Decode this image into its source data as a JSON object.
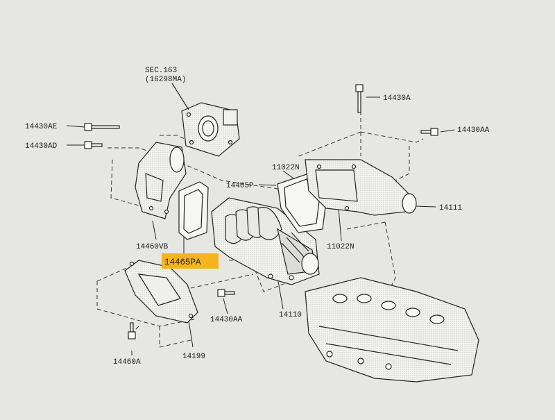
{
  "diagram": {
    "header": {
      "section": "SEC.163",
      "section_ref": "(16298MA)"
    },
    "parts": [
      {
        "id": "14430AE"
      },
      {
        "id": "14430AD"
      },
      {
        "id": "14430A"
      },
      {
        "id": "14430AA"
      },
      {
        "id": "11022N"
      },
      {
        "id": "14465P"
      },
      {
        "id": "14111"
      },
      {
        "id": "14460VB"
      },
      {
        "id": "14465PA",
        "highlighted": true
      },
      {
        "id": "11022N"
      },
      {
        "id": "14430AA"
      },
      {
        "id": "14110"
      },
      {
        "id": "14460A"
      },
      {
        "id": "14199"
      }
    ],
    "colors": {
      "background": "#e6e6e2",
      "linework": "#2a2a2a",
      "highlight": "#f5b41e"
    }
  }
}
